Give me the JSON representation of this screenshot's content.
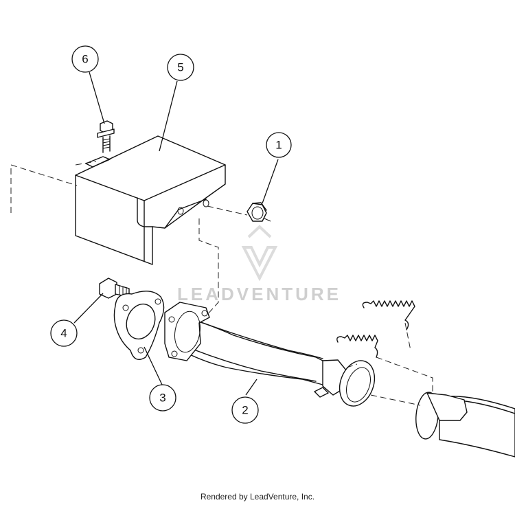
{
  "callouts": [
    {
      "id": "1",
      "label": "1"
    },
    {
      "id": "2",
      "label": "2"
    },
    {
      "id": "3",
      "label": "3"
    },
    {
      "id": "4",
      "label": "4"
    },
    {
      "id": "5",
      "label": "5"
    },
    {
      "id": "6",
      "label": "6"
    }
  ],
  "watermark": {
    "text": "LEADVENTURE",
    "logo_icon": "leadventure-logo-icon"
  },
  "footer": {
    "text": "Rendered by LeadVenture, Inc."
  }
}
